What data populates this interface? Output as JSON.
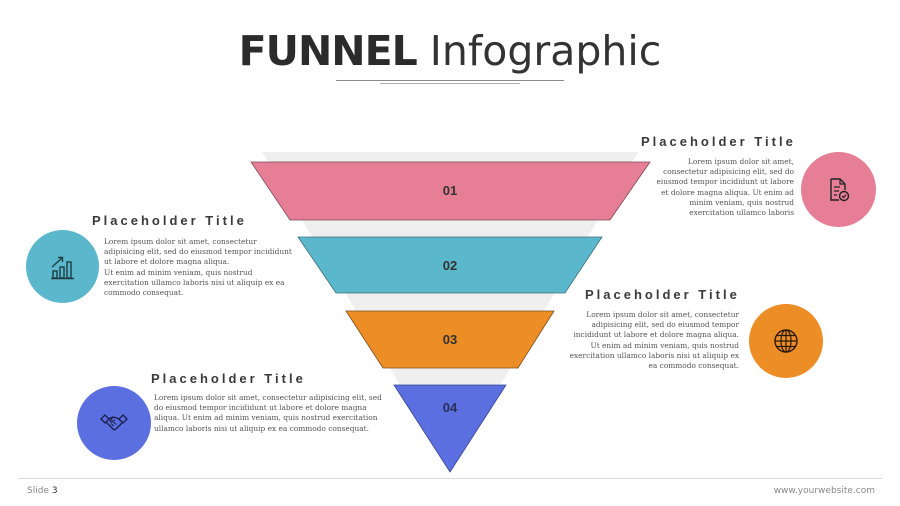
{
  "header": {
    "title_bold": "FUNNEL",
    "title_light": "Infographic"
  },
  "funnel": {
    "stages": [
      {
        "label": "01",
        "color": "#E67F96"
      },
      {
        "label": "02",
        "color": "#5BB8CC"
      },
      {
        "label": "03",
        "color": "#EC8D25"
      },
      {
        "label": "04",
        "color": "#5B6FE0"
      }
    ],
    "shadow_color": "#EEEEEE"
  },
  "items": [
    {
      "title": "Placeholder Title",
      "body": "Lorem ipsum dolor sit amet, consectetur adipisicing elit, sed do eiusmod tempor incididunt ut labore et dolore magna aliqua. Ut enim ad minim veniam, quis nostrud exercitation ullamco laboris",
      "icon": "document-check-icon",
      "color": "#E67F96"
    },
    {
      "title": "Placeholder Title",
      "body_line1": "Lorem ipsum dolor sit amet, consectetur adipisicing elit, sed do eiusmod tempor incididunt ut labore et dolore magna aliqua.",
      "body_line2": "Ut enim ad minim veniam, quis nostrud exercitation ullamco laboris nisi ut aliquip ex ea commodo consequat.",
      "icon": "growth-chart-icon",
      "color": "#5BB8CC"
    },
    {
      "title": "Placeholder Title",
      "body_line1": "Lorem ipsum dolor sit amet, consectetur adipisicing elit, sed do eiusmod tempor incididunt ut labore et dolore magna aliqua.",
      "body_line2": "Ut enim ad minim veniam, quis nostrud exercitation ullamco laboris nisi ut aliquip ex ea commodo consequat.",
      "icon": "globe-icon",
      "color": "#EC8D25"
    },
    {
      "title": "Placeholder Title",
      "body": "Lorem ipsum dolor sit amet, consectetur adipisicing elit, sed do eiusmod tempor incididunt ut labore et dolore magna aliqua. Ut enim ad minim veniam, quis nostrud exercitation ullamco laboris nisi ut aliquip ex ea commodo consequat.",
      "icon": "handshake-icon",
      "color": "#5B6FE0"
    }
  ],
  "footer": {
    "slide_label": "Slide",
    "slide_number": "3",
    "website": "www.yourwebsite.com"
  }
}
